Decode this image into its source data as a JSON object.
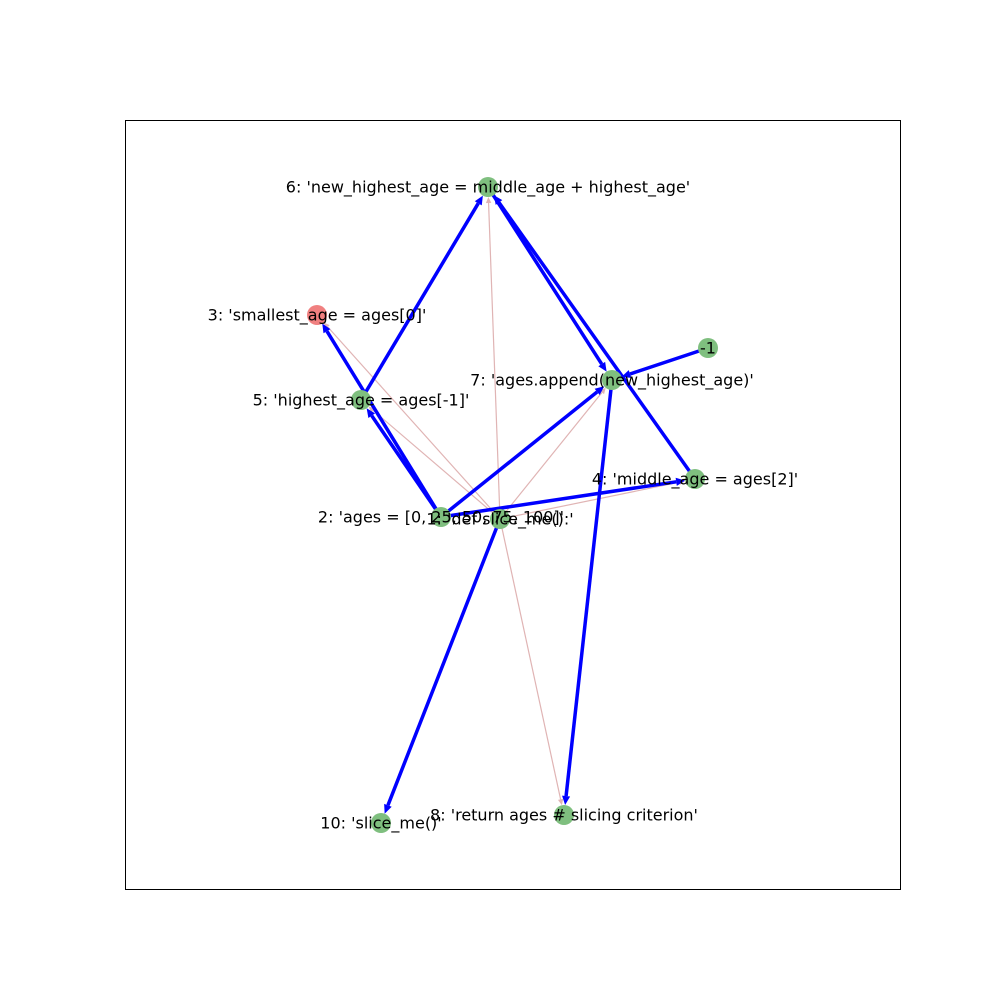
{
  "graph": {
    "nodes": [
      {
        "id": "n1",
        "label": "1: 'def slice_me():'",
        "color": "#7fbf7f"
      },
      {
        "id": "n2",
        "label": "2: 'ages = [0, 25, 50, 75, 100]'",
        "color": "#7fbf7f"
      },
      {
        "id": "n3",
        "label": "3: 'smallest_age = ages[0]'",
        "color": "#f08080"
      },
      {
        "id": "n4",
        "label": "4: 'middle_age = ages[2]'",
        "color": "#7fbf7f"
      },
      {
        "id": "n5",
        "label": "5: 'highest_age = ages[-1]'",
        "color": "#7fbf7f"
      },
      {
        "id": "n6",
        "label": "6: 'new_highest_age = middle_age + highest_age'",
        "color": "#7fbf7f"
      },
      {
        "id": "n7",
        "label": "7: 'ages.append(new_highest_age)'",
        "color": "#7fbf7f"
      },
      {
        "id": "n8",
        "label": "8: 'return ages # slicing criterion'",
        "color": "#7fbf7f"
      },
      {
        "id": "n10",
        "label": "10: 'slice_me()'",
        "color": "#7fbf7f"
      },
      {
        "id": "nm1",
        "label": "-1",
        "color": "#7fbf7f"
      }
    ],
    "edges": [
      {
        "from": "n2",
        "to": "n5",
        "kind": "data"
      },
      {
        "from": "n2",
        "to": "n3",
        "kind": "data"
      },
      {
        "from": "n2",
        "to": "n4",
        "kind": "data"
      },
      {
        "from": "n2",
        "to": "n7",
        "kind": "data"
      },
      {
        "from": "n5",
        "to": "n6",
        "kind": "data"
      },
      {
        "from": "n4",
        "to": "n6",
        "kind": "data"
      },
      {
        "from": "n6",
        "to": "n7",
        "kind": "data"
      },
      {
        "from": "n7",
        "to": "n8",
        "kind": "data"
      },
      {
        "from": "n1",
        "to": "n10",
        "kind": "data"
      },
      {
        "from": "nm1",
        "to": "n7",
        "kind": "data"
      },
      {
        "from": "n1",
        "to": "n3",
        "kind": "control"
      },
      {
        "from": "n1",
        "to": "n5",
        "kind": "control"
      },
      {
        "from": "n1",
        "to": "n6",
        "kind": "control"
      },
      {
        "from": "n1",
        "to": "n7",
        "kind": "control"
      },
      {
        "from": "n1",
        "to": "n4",
        "kind": "control"
      },
      {
        "from": "n1",
        "to": "n8",
        "kind": "control"
      }
    ],
    "edge_colors": {
      "data": "#0000ff",
      "control": "#e0b4b4"
    }
  }
}
